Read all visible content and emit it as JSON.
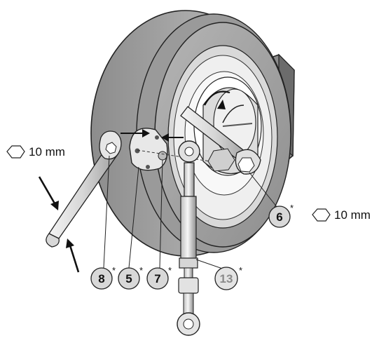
{
  "wrench_size_left": "10 mm",
  "wrench_size_right": "10 mm",
  "callouts": [
    {
      "num": "8",
      "star": "*"
    },
    {
      "num": "5",
      "star": "*"
    },
    {
      "num": "7",
      "star": "*"
    },
    {
      "num": "13",
      "star": "*"
    },
    {
      "num": "6",
      "star": "*"
    }
  ],
  "icons": {
    "hex_nut": "hexagon-icon",
    "arrow": "arrow-icon"
  },
  "colors": {
    "wheel_dark": "#9a9a9a",
    "wheel_light": "#c8c8c8",
    "metal": "#e6e6e6",
    "callout_fill": "#d8d8d8",
    "outline": "#222222"
  }
}
